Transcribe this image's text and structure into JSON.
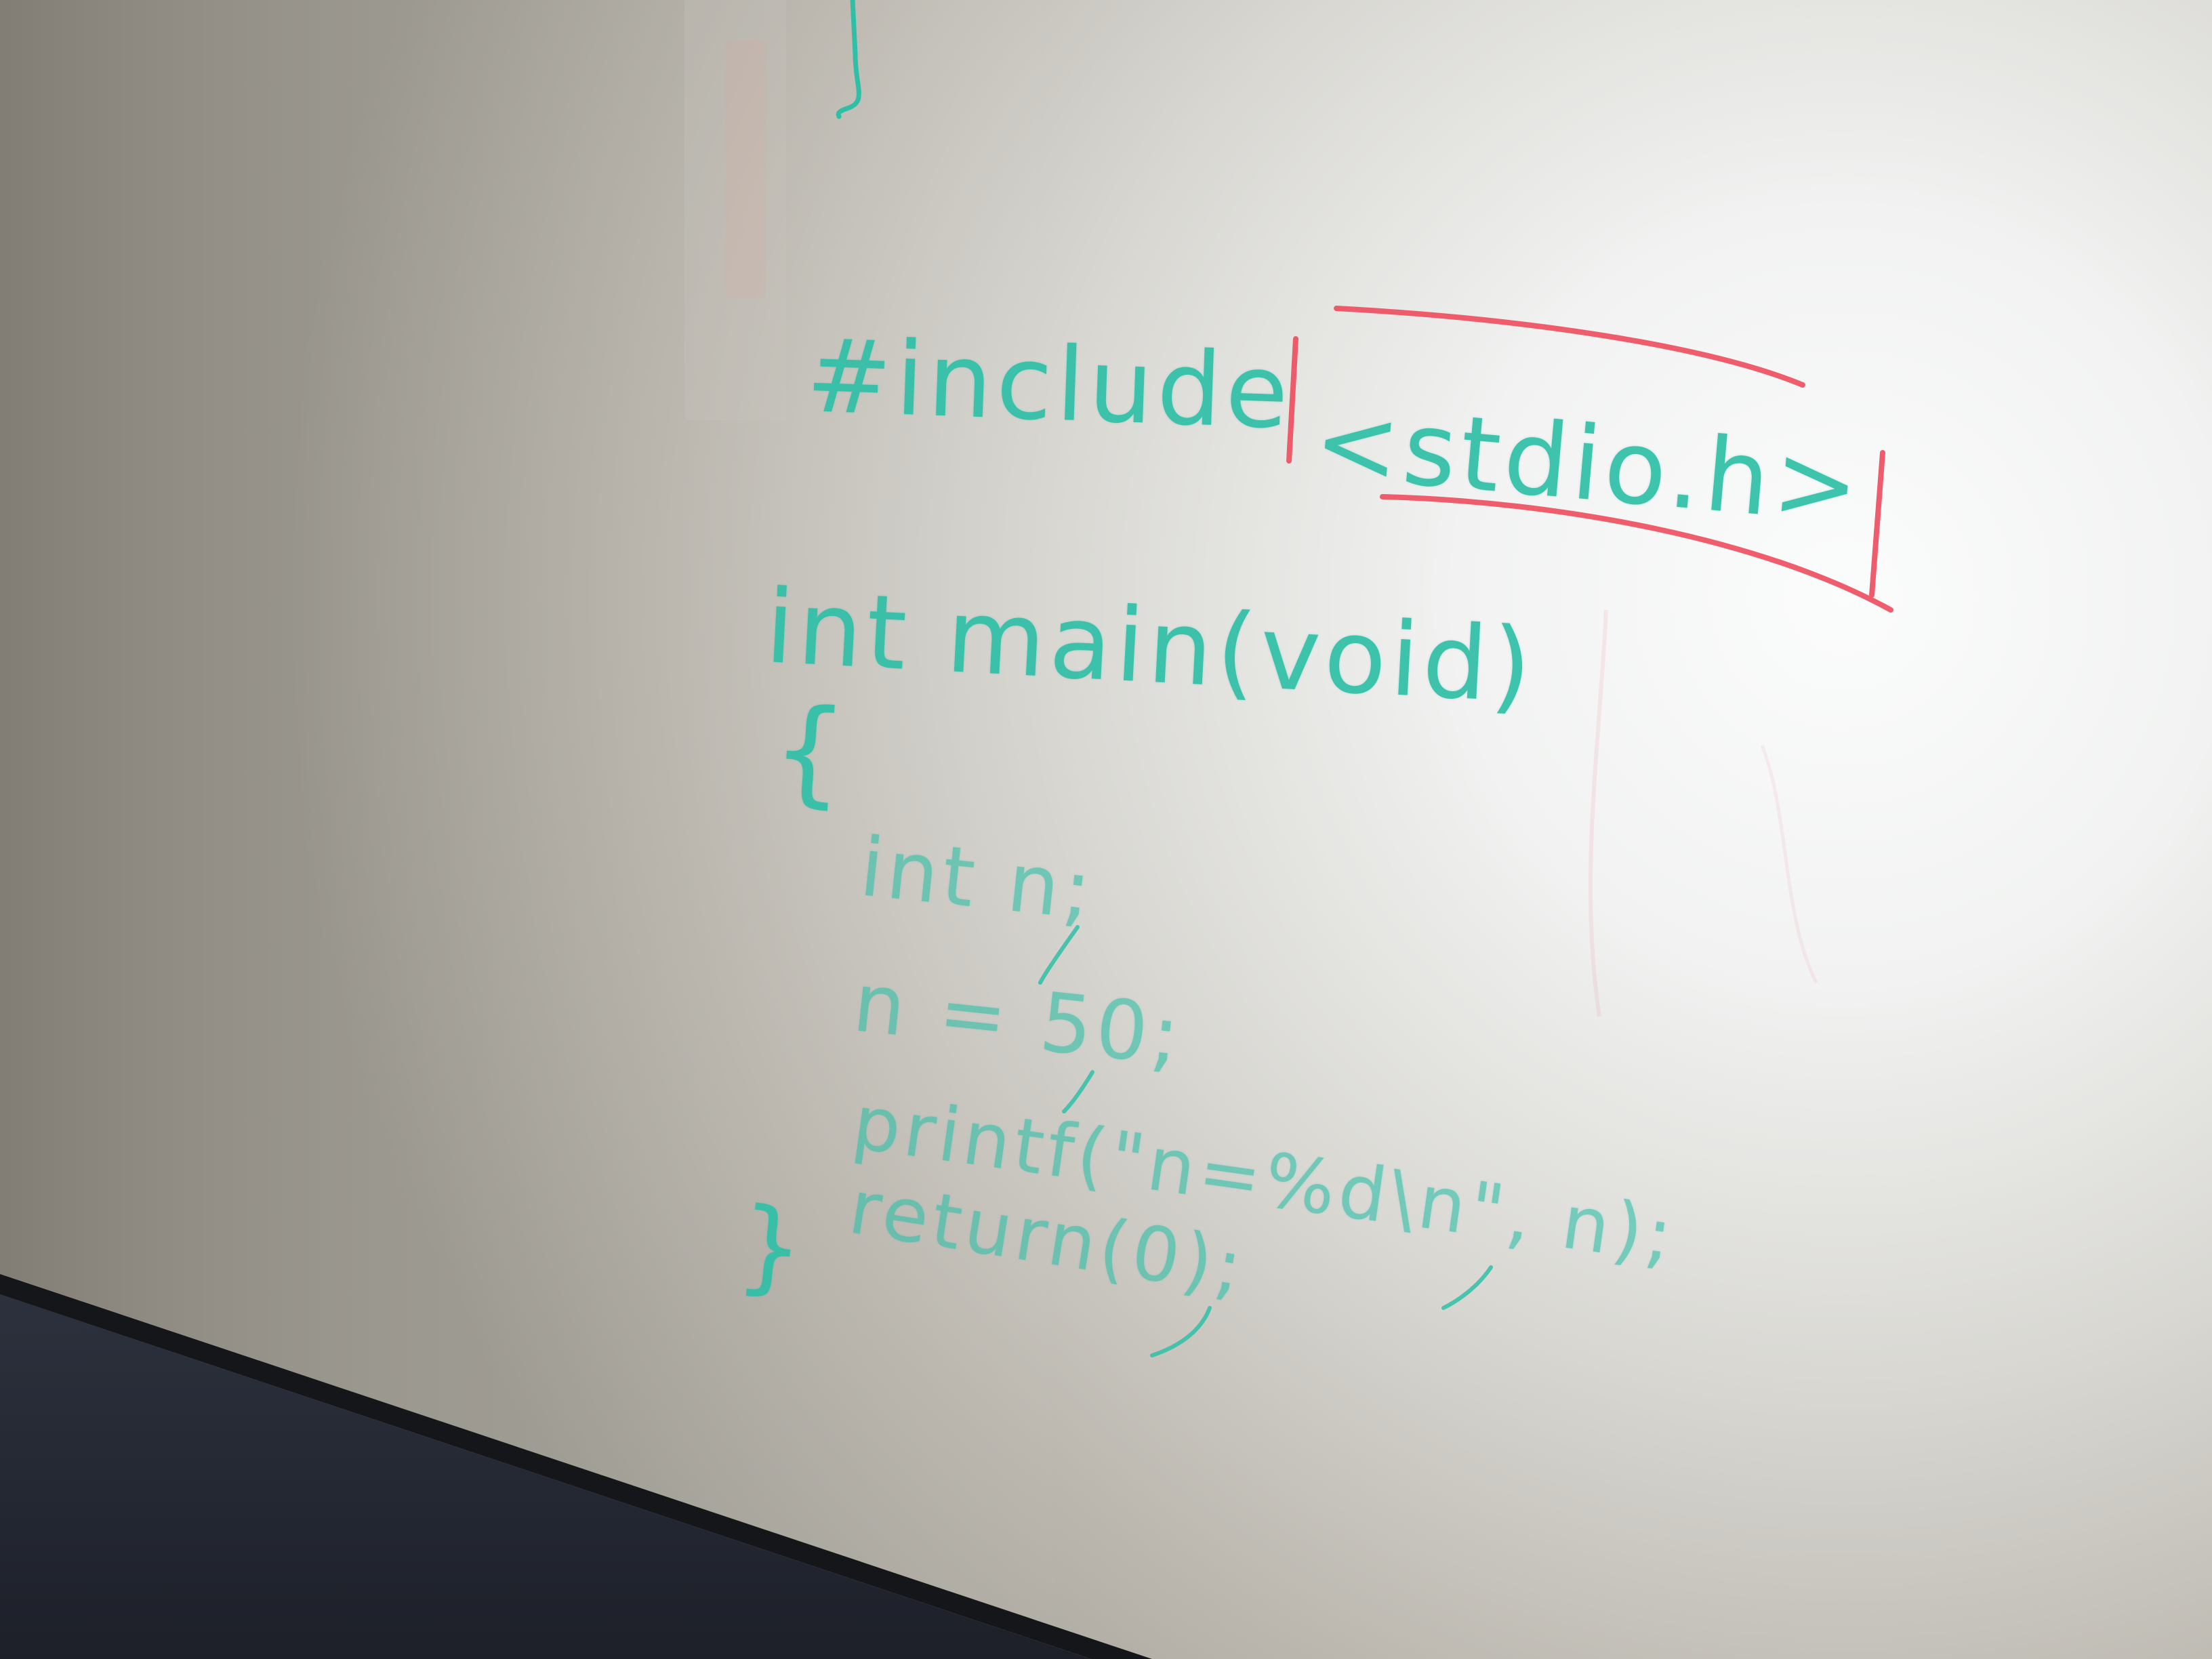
{
  "photo": {
    "subject": "whiteboard",
    "colors": {
      "marker_teal": "#2fbfa7",
      "marker_red": "#ee4c5e",
      "board_bright": "#f7f8f8",
      "board_shadow": "#a9a69d",
      "frame": "#141619",
      "floor": "#2a2f3b"
    }
  },
  "code": {
    "include_keyword": "#include",
    "header_file": "<stdio.h>",
    "main_signature": "int main(void)",
    "open_brace": "{",
    "declaration": "int n;",
    "assignment": "n = 50;",
    "print_call": "printf(\"n=%d\\n\", n);",
    "return_statement": "return(0);",
    "close_brace": "}"
  }
}
